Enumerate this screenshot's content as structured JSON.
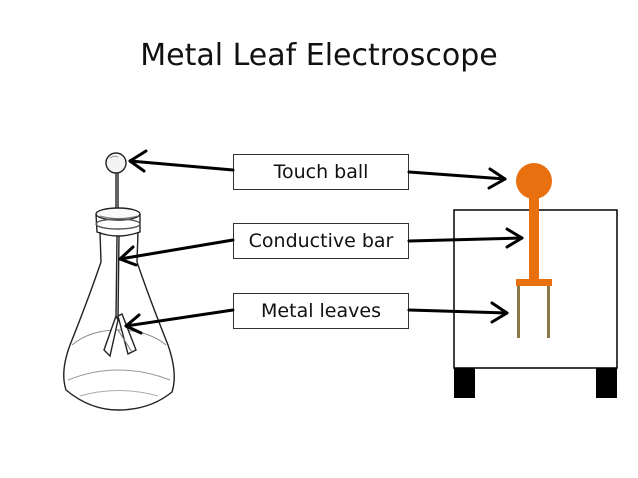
{
  "title": "Metal Leaf Electroscope",
  "labels": {
    "touch_ball": "Touch ball",
    "conductive_bar": "Conductive bar",
    "metal_leaves": "Metal leaves"
  },
  "colors": {
    "accent": "#e8700f",
    "leaves": "#8a7a4a",
    "outline": "#000000"
  }
}
